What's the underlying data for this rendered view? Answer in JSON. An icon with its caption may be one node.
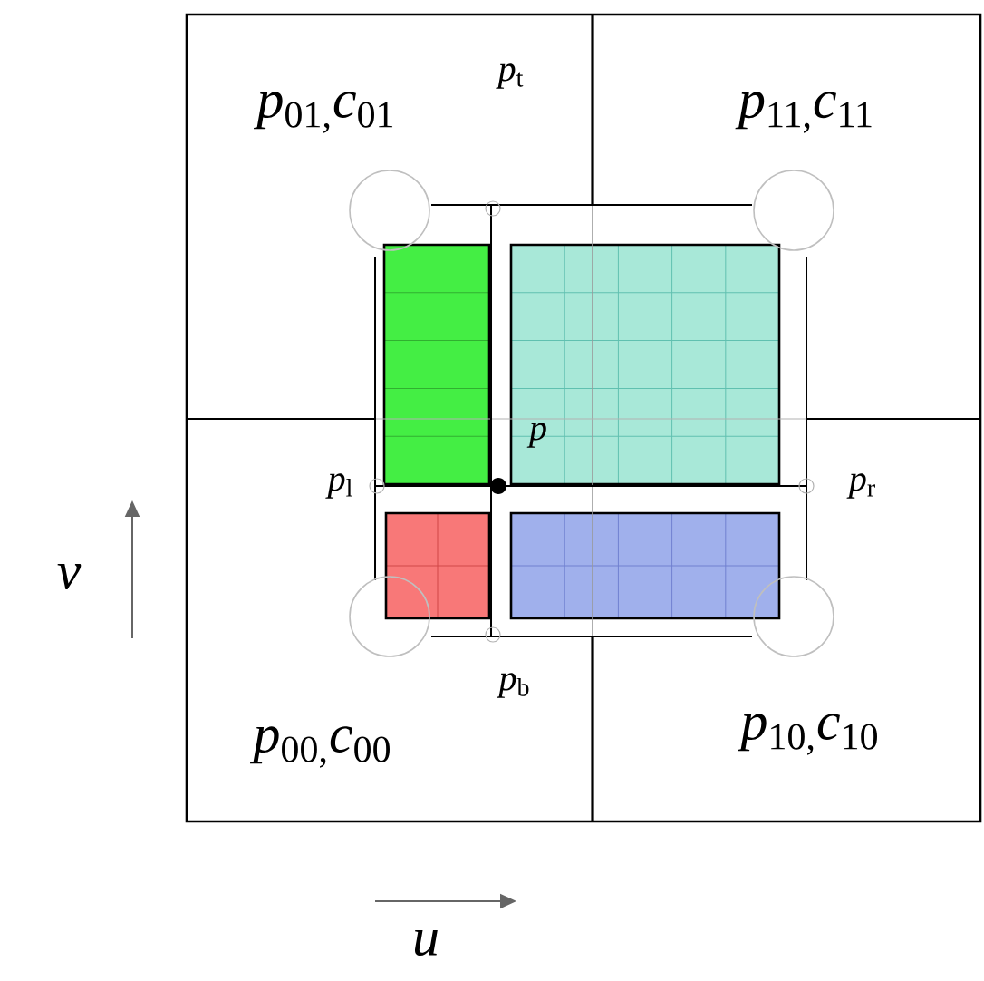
{
  "diagram": {
    "labels": [
      "*p*$_{01,}$*c*$_{01}$",
      "*p*$_{t}$",
      "*p*$_{11,}$*c*$_{11}$",
      "*p*",
      "*p*$_{l}$",
      "*p*$_{r}$",
      "*p*$_{b}$",
      "*p*$_{00,}$*c*$_{00}$",
      "*p*$_{10,}$*c*$_{10}$",
      "*v*",
      "*u*"
    ]
  }
}
